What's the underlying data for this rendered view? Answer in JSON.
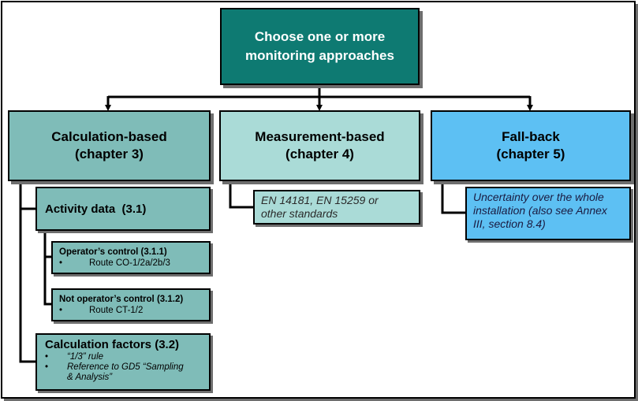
{
  "root": {
    "line1": "Choose one or more",
    "line2": "monitoring approaches"
  },
  "approaches": {
    "calculation": {
      "line1": "Calculation-based",
      "line2": "(chapter 3)"
    },
    "measurement": {
      "line1": "Measurement-based",
      "line2": "(chapter 4)"
    },
    "fallback": {
      "line1": "Fall-back",
      "line2": "(chapter 5)"
    }
  },
  "calculation": {
    "activity_data": "Activity data  (3.1)",
    "operator_control": {
      "title": "Operator’s control (3.1.1)",
      "bullet": "Route CO-1/2a/2b/3"
    },
    "not_operator_control": {
      "title": "Not operator’s control (3.1.2)",
      "bullet": "Route CT-1/2"
    },
    "calculation_factors": {
      "title": "Calculation factors (3.2)",
      "bullet1": "“1/3” rule",
      "bullet2_line1": "Reference to GD5 “Sampling",
      "bullet2_line2": "& Analysis”"
    }
  },
  "measurement": {
    "note_line1": "EN 14181, EN 15259 or",
    "note_line2": "other standards"
  },
  "fallback": {
    "note_line1": "Uncertainty over the whole",
    "note_line2": "installation (also see Annex",
    "note_line3": "III, section 8.4)"
  },
  "bullet_symbol": "•",
  "colors": {
    "root": "#0e7a72",
    "calculation": "#7fbcb8",
    "measurement": "#aadbd7",
    "fallback": "#5dc0f3",
    "lines": "#000000"
  }
}
